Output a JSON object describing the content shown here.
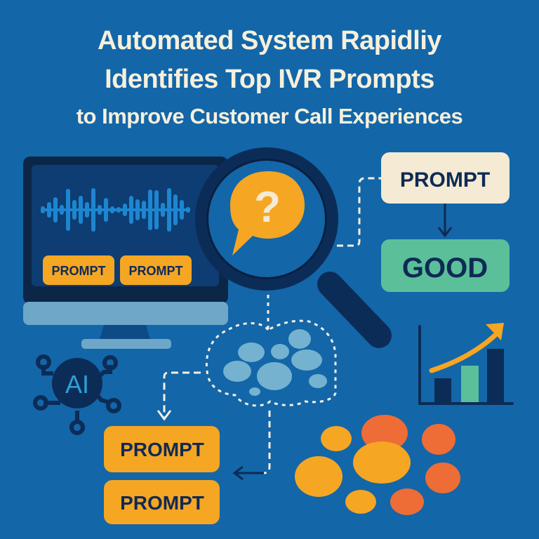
{
  "title": {
    "line1": "Automated System Rapidliy",
    "line2": "Identifies Top IVR Prompts",
    "line3": "to Improve Customer Call Experiences"
  },
  "monitor": {
    "prompt_buttons": [
      "PROMPT",
      "PROMPT"
    ]
  },
  "magnifier": {
    "symbol": "?"
  },
  "flow": {
    "prompt_label": "PROMPT",
    "result_label": "GOOD"
  },
  "ai_badge": {
    "label": "AI"
  },
  "bottom_prompts": [
    "PROMPT",
    "PROMPT"
  ],
  "colors": {
    "background": "#1366a8",
    "navy": "#0f2a55",
    "orange": "#f5a623",
    "red_orange": "#ee6c35",
    "green": "#5bbf9a",
    "cream": "#f5ead3",
    "light_blue": "#6fb0cf"
  }
}
